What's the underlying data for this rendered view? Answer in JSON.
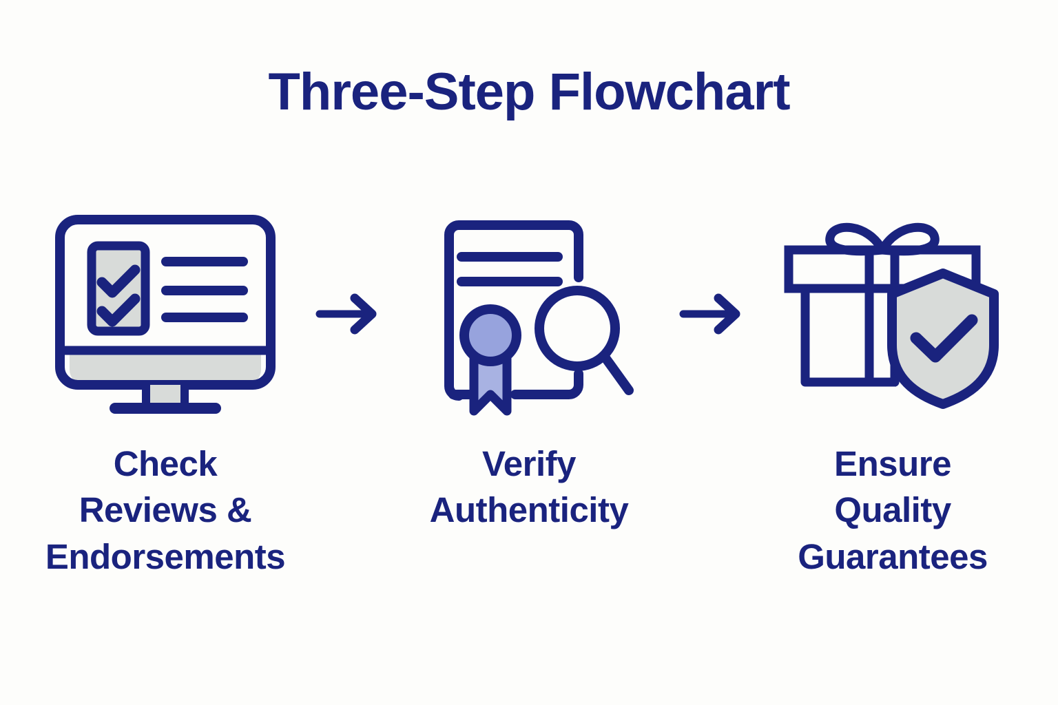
{
  "page": {
    "title": "Three-Step Flowchart",
    "background_color": "#fdfdfb"
  },
  "colors": {
    "navy": "#1a237e",
    "grey_fill": "#d8dbd9",
    "periwinkle": "#97a3dd",
    "white": "#ffffff"
  },
  "steps": [
    {
      "index": "1",
      "icon": "monitor-checklist-icon",
      "label_lines": [
        "Check",
        "Reviews &",
        "Endorsements"
      ],
      "label_full": "Check Reviews & Endorsements"
    },
    {
      "index": "2",
      "icon": "certificate-magnifier-icon",
      "label_lines": [
        "Verify",
        "Authenticity"
      ],
      "label_full": "Verify Authenticity"
    },
    {
      "index": "3",
      "icon": "gift-shield-check-icon",
      "label_lines": [
        "Ensure",
        "Quality",
        "Guarantees"
      ],
      "label_full": "Ensure Quality Guarantees"
    }
  ],
  "connectors": [
    {
      "icon": "arrow-right-icon",
      "from": "1",
      "to": "2"
    },
    {
      "icon": "arrow-right-icon",
      "from": "2",
      "to": "3"
    }
  ],
  "chart_data": {
    "type": "diagram",
    "diagram_type": "flowchart",
    "orientation": "horizontal",
    "title": "Three-Step Flowchart",
    "node_count": 3,
    "nodes": [
      {
        "id": "1",
        "label": "Check Reviews & Endorsements",
        "icon": "monitor-checklist"
      },
      {
        "id": "2",
        "label": "Verify Authenticity",
        "icon": "certificate-magnifier"
      },
      {
        "id": "3",
        "label": "Ensure Quality Guarantees",
        "icon": "gift-shield-check"
      }
    ],
    "edges": [
      {
        "from": "1",
        "to": "2",
        "style": "arrow"
      },
      {
        "from": "2",
        "to": "3",
        "style": "arrow"
      }
    ]
  }
}
